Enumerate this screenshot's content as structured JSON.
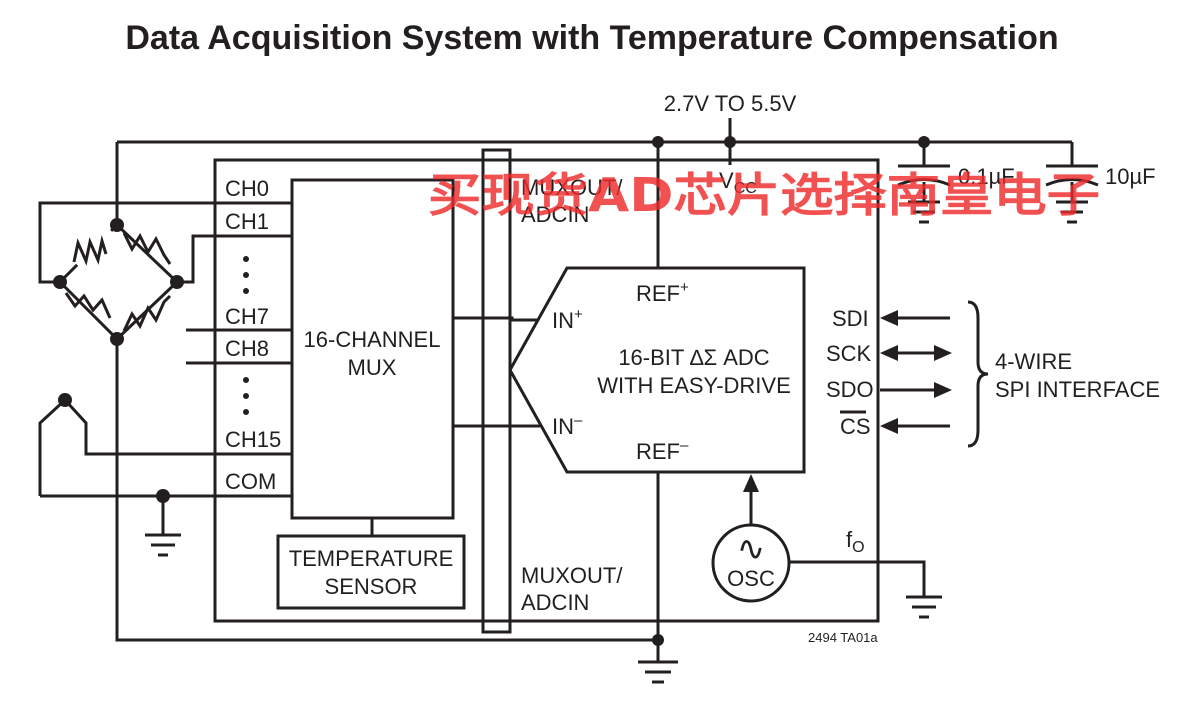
{
  "title": "Data Acquisition System with Temperature Compensation",
  "supply_label": "2.7V TO 5.5V",
  "vcc": {
    "main": "V",
    "sub": "CC"
  },
  "capacitors": {
    "c1": "0.1µF",
    "c2": "10µF"
  },
  "mux": {
    "label_line1": "16-CHANNEL",
    "label_line2": "MUX",
    "channels": [
      "CH0",
      "CH1",
      "CH7",
      "CH8",
      "CH15",
      "COM"
    ]
  },
  "temp_sensor": {
    "line1": "TEMPERATURE",
    "line2": "SENSOR"
  },
  "muxout_top": {
    "line1": "MUXOUT/",
    "line2": "ADCIN"
  },
  "muxout_bottom": {
    "line1": "MUXOUT/",
    "line2": "ADCIN"
  },
  "adc": {
    "line1": "16-BIT ∆Σ ADC",
    "line2": "WITH EASY-DRIVE",
    "ref_plus": {
      "main": "REF",
      "sup": "+"
    },
    "ref_minus": {
      "main": "REF",
      "sup": "–"
    },
    "in_plus": {
      "main": "IN",
      "sup": "+"
    },
    "in_minus": {
      "main": "IN",
      "sup": "–"
    }
  },
  "spi_pins": [
    "SDI",
    "SCK",
    "SDO",
    "CS"
  ],
  "spi_label": {
    "line1": "4-WIRE",
    "line2": "SPI INTERFACE"
  },
  "osc": {
    "symbol": "∿",
    "label": "OSC"
  },
  "fo": {
    "main": "f",
    "sub": "O"
  },
  "figure_id": "2494 TA01a",
  "watermark": "买现货AD芯片选择南皇电子"
}
